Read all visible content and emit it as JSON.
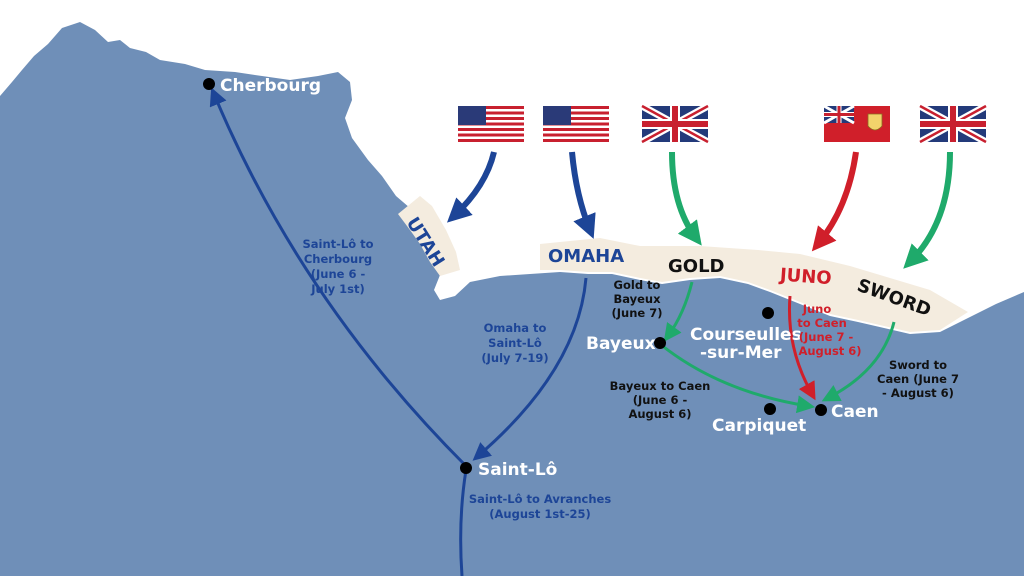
{
  "colors": {
    "land": "#6f8fb8",
    "sea": "#ffffff",
    "beach_band": "#f4ecdf",
    "american_route": "#1d4597",
    "british_route": "#1faa6b",
    "canadian_route": "#d01f2a",
    "city_dot": "#000000"
  },
  "beaches": [
    {
      "name": "UTAH",
      "color": "#1d4597"
    },
    {
      "name": "OMAHA",
      "color": "#1d4597"
    },
    {
      "name": "GOLD",
      "color": "#111111"
    },
    {
      "name": "JUNO",
      "color": "#d01f2a"
    },
    {
      "name": "SWORD",
      "color": "#111111"
    }
  ],
  "flags": [
    {
      "nation": "us-flag",
      "beach": "UTAH"
    },
    {
      "nation": "us-flag",
      "beach": "OMAHA"
    },
    {
      "nation": "uk-flag",
      "beach": "GOLD"
    },
    {
      "nation": "canada-red-ensign-flag",
      "beach": "JUNO"
    },
    {
      "nation": "uk-flag",
      "beach": "SWORD"
    }
  ],
  "cities": {
    "cherbourg": "Cherbourg",
    "saint_lo": "Saint-Lô",
    "bayeux": "Bayeux",
    "courseulles_1": "Courseulles",
    "courseulles_2": "-sur-Mer",
    "carpiquet": "Carpiquet",
    "caen": "Caen"
  },
  "routes": {
    "saint_lo_cherbourg": [
      "Saint-Lô to",
      "Cherbourg",
      "(June 6 -",
      "July 1st)"
    ],
    "omaha_saint_lo": [
      "Omaha to",
      "Saint-Lô",
      "(July 7-19)"
    ],
    "gold_bayeux": [
      "Gold to",
      "Bayeux",
      "(June 7)"
    ],
    "juno_caen": [
      "Juno",
      "to Caen",
      "(June 7 -",
      "August 6)"
    ],
    "bayeux_caen": [
      "Bayeux to Caen",
      "(June 6 -",
      "August 6)"
    ],
    "sword_caen": [
      "Sword to",
      "Caen (June 7",
      "- August 6)"
    ],
    "saint_lo_avranches": [
      "Saint-Lô to Avranches",
      "(August 1st-25)"
    ]
  }
}
